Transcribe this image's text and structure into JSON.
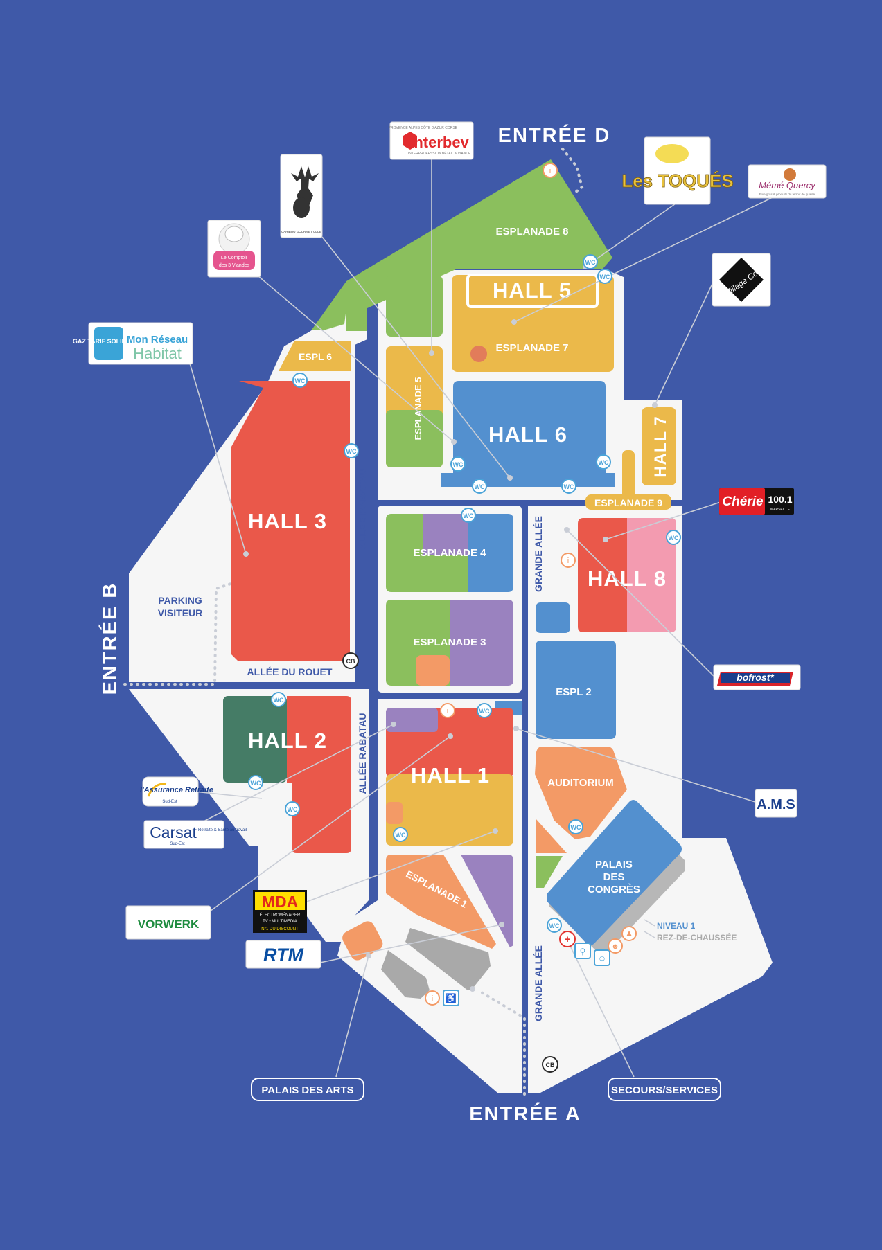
{
  "colors": {
    "background": "#3f59a8",
    "ground": "#f6f6f6",
    "red": "#ea584a",
    "yellow": "#ebb94a",
    "blue": "#5390cf",
    "green": "#8bbf5d",
    "dark_green": "#457c66",
    "purple": "#9a82bf",
    "orange": "#f39a66",
    "pink": "#f39bb0",
    "grey": "#a9a9a9"
  },
  "entries": {
    "a": "ENTRÉE A",
    "b": "ENTRÉE B",
    "d": "ENTRÉE D"
  },
  "halls": {
    "hall1": "HALL 1",
    "hall2": "HALL 2",
    "hall3": "HALL 3",
    "hall5": "HALL 5",
    "hall6": "HALL 6",
    "hall7": "HALL 7",
    "hall8": "HALL 8"
  },
  "esplanades": {
    "e1": "ESPLANADE 1",
    "e2": "ESPL 2",
    "e3": "ESPLANADE 3",
    "e4": "ESPLANADE 4",
    "e5": "ESPLANADE 5",
    "e6": "ESPL 6",
    "e7": "ESPLANADE 7",
    "e8": "ESPLANADE 8",
    "e9": "ESPLANADE 9"
  },
  "areas": {
    "auditorium": "AUDITORIUM",
    "palais_line1": "PALAIS",
    "palais_line2": "DES",
    "palais_line3": "CONGRÈS",
    "parking_line1": "PARKING",
    "parking_line2": "VISITEUR",
    "niveau1": "NIVEAU 1",
    "rdc": "REZ-DE-CHAUSSÉE"
  },
  "streets": {
    "rabatau_top": "ALLÉE RABATAU",
    "rabatau_bottom": "ALLÉE RABATAU",
    "rouet": "ALLÉE DU ROUET",
    "grande_top": "GRANDE ALLÉE",
    "grande_bottom": "GRANDE ALLÉE"
  },
  "labels": {
    "palais_arts": "PALAIS DES ARTS",
    "secours": "SECOURS/SERVICES"
  },
  "markers": {
    "wc": "WC",
    "cb": "CB",
    "info": "i"
  },
  "logos": {
    "interbev": "interbev",
    "interbev_sub": "INTERPROFESSION BÉTAIL & VIANDE",
    "interbev_top": "PROVENCE ALPES CÔTE D'AZUR CORSE",
    "toques": "Les TOQUÉS",
    "meme_quercy": "Mémé Quercy",
    "meme_sub": "Foie gras & produits du terroir de qualité",
    "village_corse": "Village Corse",
    "caribou": "CARIBOU GOURMET CLUB",
    "comptoir_line1": "Le Comptoir",
    "comptoir_line2": "des 3 Viandes",
    "gaz_tarif": "GAZ TARIF SOLIDARITÉ",
    "mon_reseau": "Mon Réseau",
    "habitat": "Habitat",
    "cherie": "Chérie",
    "cherie_freq": "100.1",
    "cherie_city": "MARSEILLE",
    "bofrost": "bofrost*",
    "ams": "A.M.S",
    "assurance": "l'Assurance Retraite",
    "assurance_sub": "Sud-Est",
    "carsat": "Carsat",
    "carsat_side": "Retraite & Santé au travail",
    "carsat_sub": "Sud-Est",
    "vorwerk": "VORWERK",
    "mda": "MDA",
    "mda_sub1": "ÉLECTROMÉNAGER",
    "mda_sub2": "TV • MULTIMEDIA",
    "mda_sub3": "N°1 DU DISCOUNT",
    "rtm": "RTM"
  }
}
